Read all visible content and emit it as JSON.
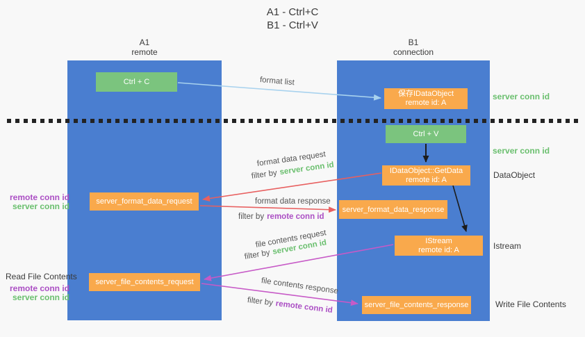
{
  "title": {
    "line1": "A1 - Ctrl+C",
    "line2": "B1 - Ctrl+V"
  },
  "lifelines": {
    "a1": {
      "name": "A1",
      "subtitle": "remote"
    },
    "b1": {
      "name": "B1",
      "subtitle": "connection"
    }
  },
  "nodes": {
    "ctrl_c": {
      "label": "Ctrl + C"
    },
    "save_idataobject": {
      "line1": "保存IDataObject",
      "line2": "remote id: A"
    },
    "ctrl_v": {
      "label": "Ctrl + V"
    },
    "idataobject_getdata": {
      "line1": "IDataObject::GetData",
      "line2": "remote id: A"
    },
    "server_format_data_request": {
      "label": "server_format_data_request"
    },
    "server_format_data_response": {
      "label": "server_format_data_response"
    },
    "istream": {
      "line1": "IStream",
      "line2": "remote id: A"
    },
    "server_file_contents_request": {
      "label": "server_file_contents_request"
    },
    "server_file_contents_response": {
      "label": "server_file_contents_response"
    }
  },
  "arrows": {
    "format_list": {
      "label": "format list"
    },
    "format_data_request": {
      "label": "format data request",
      "filter_prefix": "filter by",
      "filter_key": "server conn id"
    },
    "format_data_response": {
      "label": "format data response",
      "filter_prefix": "filter by",
      "filter_key": "remote conn id"
    },
    "file_contents_request": {
      "label": "file contents request",
      "filter_prefix": "filter by",
      "filter_key": "server conn id"
    },
    "file_contents_response": {
      "label": "file contents response",
      "filter_prefix": "filter by",
      "filter_key": "remote conn id"
    }
  },
  "side_labels": {
    "server_conn_id_top": "server conn id",
    "server_conn_id_mid": "server conn id",
    "dataobject": "DataObject",
    "istream": "Istream",
    "read_file_contents": "Read File Contents",
    "write_file_contents": "Write File Contents",
    "left_mid": {
      "remote": "remote conn id",
      "server": "server conn id"
    },
    "left_bottom": {
      "remote": "remote conn id",
      "server": "server conn id"
    }
  },
  "colors": {
    "lifeline_blue": "#4a7ed0",
    "box_green": "#7bc47e",
    "box_orange": "#f9a94c",
    "arrow_lightblue": "#a8d2ee",
    "arrow_red": "#e86060",
    "arrow_magenta": "#c75ac7",
    "arrow_black": "#1c1c1c",
    "text_green": "#6abf6e",
    "text_purple": "#ab4fc4"
  }
}
